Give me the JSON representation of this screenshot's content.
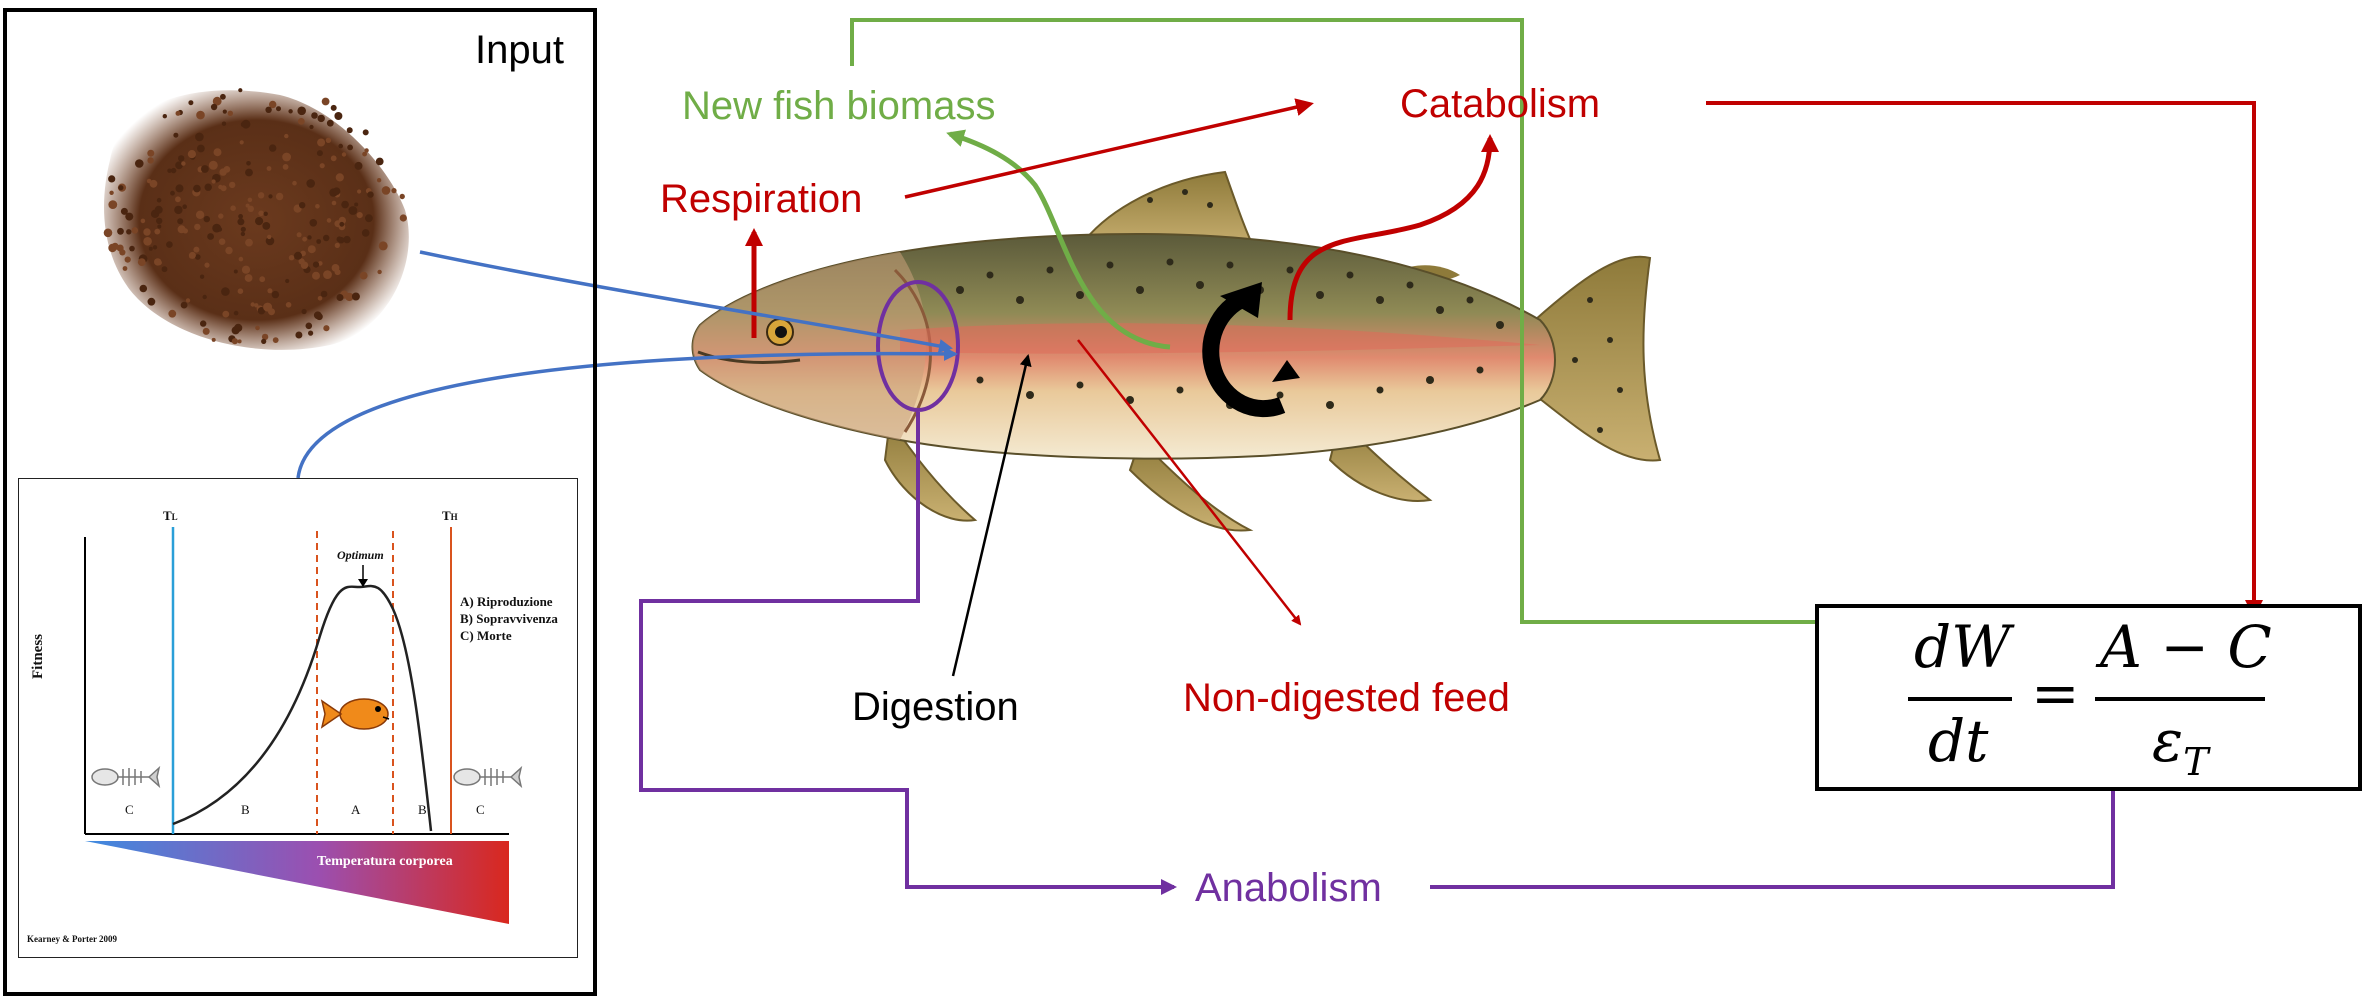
{
  "colors": {
    "red": "#c00000",
    "green": "#70ad47",
    "purple": "#7030a0",
    "blue": "#4472c4",
    "black": "#000000"
  },
  "input_panel": {
    "title": "Input",
    "pellets_icon": "feed-pellets-pile",
    "graph": {
      "t_low": "T",
      "t_low_sub": "L",
      "t_high": "T",
      "t_high_sub": "H",
      "optimum": "Optimum",
      "y_label": "Fitness",
      "legend": [
        "A)  Riproduzione",
        "B)  Sopravvivenza",
        "C)  Morte"
      ],
      "zones": [
        "C",
        "B",
        "A",
        "B",
        "C"
      ],
      "bar_label": "Temperatura corporea",
      "credit": "Kearney & Porter 2009"
    }
  },
  "labels": {
    "new_fish_biomass": "New fish biomass",
    "catabolism": "Catabolism",
    "respiration": "Respiration",
    "digestion": "Digestion",
    "non_digested_feed": "Non-digested feed",
    "anabolism": "Anabolism"
  },
  "equation": {
    "num_left": "dW",
    "den_left": "dt",
    "equals": "=",
    "num_right": "A − C",
    "den_right": "ε",
    "den_right_sub": "T"
  }
}
